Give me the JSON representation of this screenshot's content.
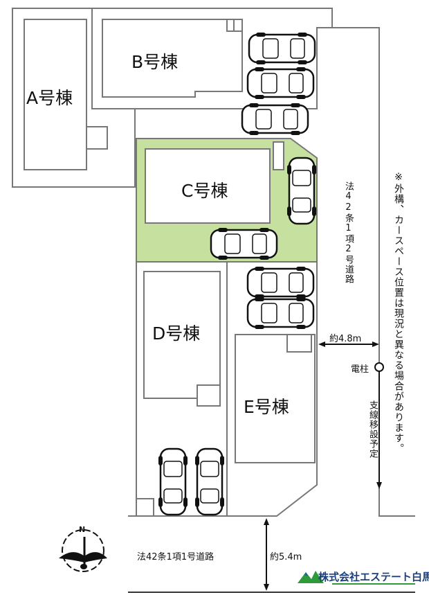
{
  "buildings": {
    "a": "A号棟",
    "b": "B号棟",
    "c": "C号棟",
    "d": "D号棟",
    "e": "E号棟"
  },
  "roads": {
    "east_road": "法42条1項2号道路",
    "south_road": "法42条1項1号道路",
    "east_width": "約4.8m",
    "south_width": "約5.4m"
  },
  "utility_pole": {
    "label": "電柱",
    "note": "支線移設予定"
  },
  "disclaimer": "※外構、カースペース位置は現況と異なる場合があります。",
  "compass": {
    "label": "N"
  },
  "logo": {
    "company": "株式会社エステート白馬"
  },
  "colors": {
    "lot_c_fill": "#c6e0a0",
    "outline": "#777777",
    "logo_green": "#2e9a3c",
    "logo_blue": "#1b5fa8"
  }
}
